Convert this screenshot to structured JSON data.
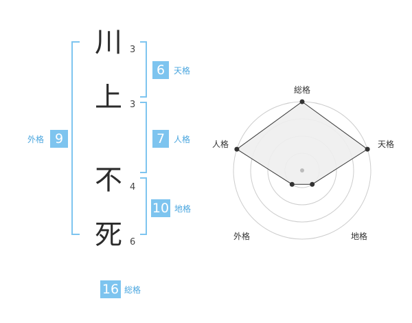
{
  "characters": [
    {
      "char": "川",
      "strokes": "3"
    },
    {
      "char": "上",
      "strokes": "3"
    },
    {
      "char": "不",
      "strokes": "4"
    },
    {
      "char": "死",
      "strokes": "6"
    }
  ],
  "kakusu": {
    "tenkaku": {
      "value": "6",
      "label": "天格"
    },
    "jinkaku": {
      "value": "7",
      "label": "人格"
    },
    "chikaku": {
      "value": "10",
      "label": "地格"
    },
    "gaikaku": {
      "value": "9",
      "label": "外格"
    },
    "soukaku": {
      "value": "16",
      "label": "総格"
    }
  },
  "chart_data": {
    "type": "radar",
    "axes": [
      "総格",
      "天格",
      "地格",
      "外格",
      "人格"
    ],
    "values": [
      4,
      4,
      1,
      1,
      4
    ],
    "max": 4,
    "rings": 4,
    "colors": {
      "fill": "#eeeeee",
      "line": "#333333",
      "grid": "#cccccc",
      "point": "#333333",
      "center": "#bbbbbb"
    }
  }
}
